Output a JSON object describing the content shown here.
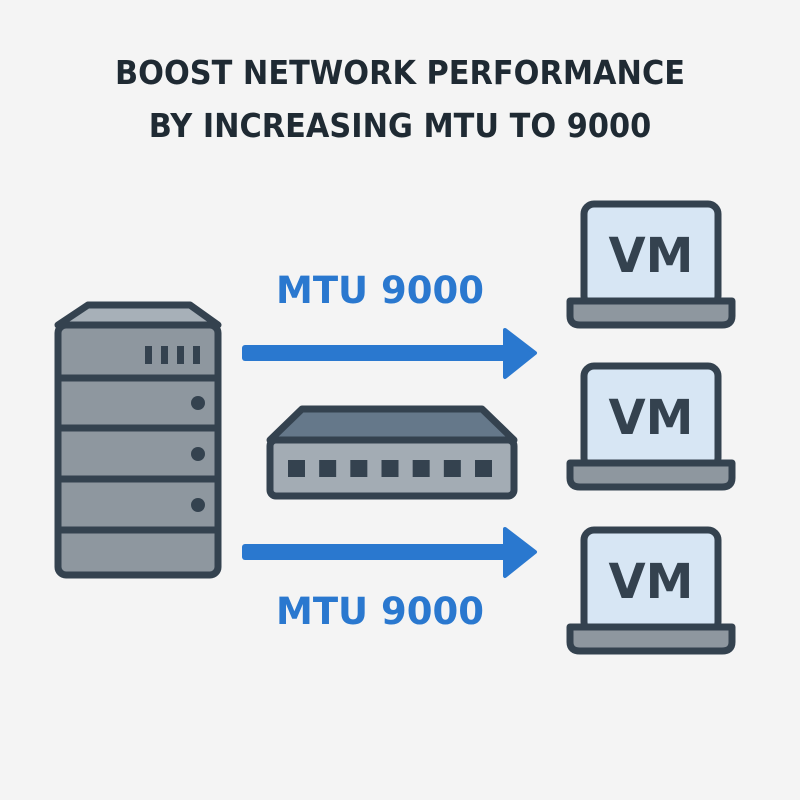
{
  "title": {
    "line1": "BOOST NETWORK PERFORMANCE",
    "line2": "BY INCREASING MTU TO 9000"
  },
  "arrows": [
    {
      "label": "MTU 9000",
      "direction": "right"
    },
    {
      "label": "MTU 9000",
      "direction": "right"
    }
  ],
  "devices": {
    "server": {
      "icon": "server-tower-icon"
    },
    "switch": {
      "icon": "network-switch-icon",
      "ports": 7
    },
    "vms": [
      {
        "label": "VM",
        "icon": "laptop-icon"
      },
      {
        "label": "VM",
        "icon": "laptop-icon"
      },
      {
        "label": "VM",
        "icon": "laptop-icon"
      }
    ]
  },
  "colors": {
    "background": "#f4f4f4",
    "title": "#1f2a33",
    "accent": "#2a78cf",
    "outline": "#34424f",
    "device_fill": "#8e979f",
    "screen_fill": "#d7e6f4"
  }
}
